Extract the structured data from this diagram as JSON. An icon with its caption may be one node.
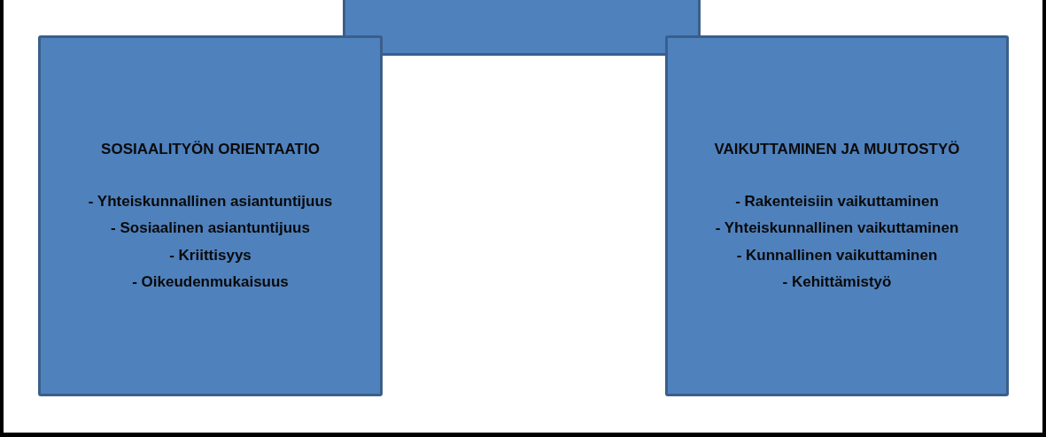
{
  "diagram": {
    "nodes": [
      {
        "text": [],
        "shape": "box"
      },
      {
        "text": [
          "SOSIAALITYÖN ORIENTAATIO",
          "- Yhteiskunnallinen asiantuntijuus",
          "- Sosiaalinen asiantuntijuus",
          "- Kriittisyys",
          "- Oikeudenmukaisuus"
        ]
      },
      {
        "text": [
          "VAIKUTTAMINEN JA MUUTOSTYÖ",
          "- Rakenteisiin vaikuttaminen",
          "- Yhteiskunnallinen vaikuttaminen",
          "- Kunnallinen vaikuttaminen",
          "- Kehittämistyö"
        ]
      }
    ]
  }
}
